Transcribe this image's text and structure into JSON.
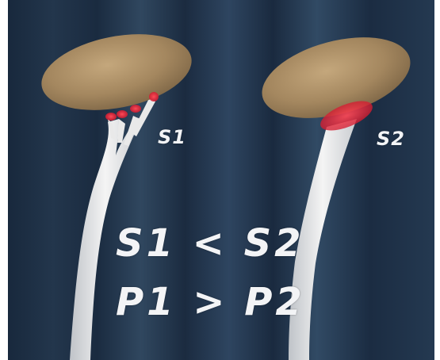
{
  "scene": {
    "background_color": "#1b2a3d",
    "organ_color": "#a68a63",
    "fiber_color": "#e6e6e6",
    "contact_color": "#e0263a"
  },
  "labels": {
    "s1": "S1",
    "s2": "S2"
  },
  "equations": {
    "line1": "S1 < S2",
    "line2": "P1 > P2"
  }
}
